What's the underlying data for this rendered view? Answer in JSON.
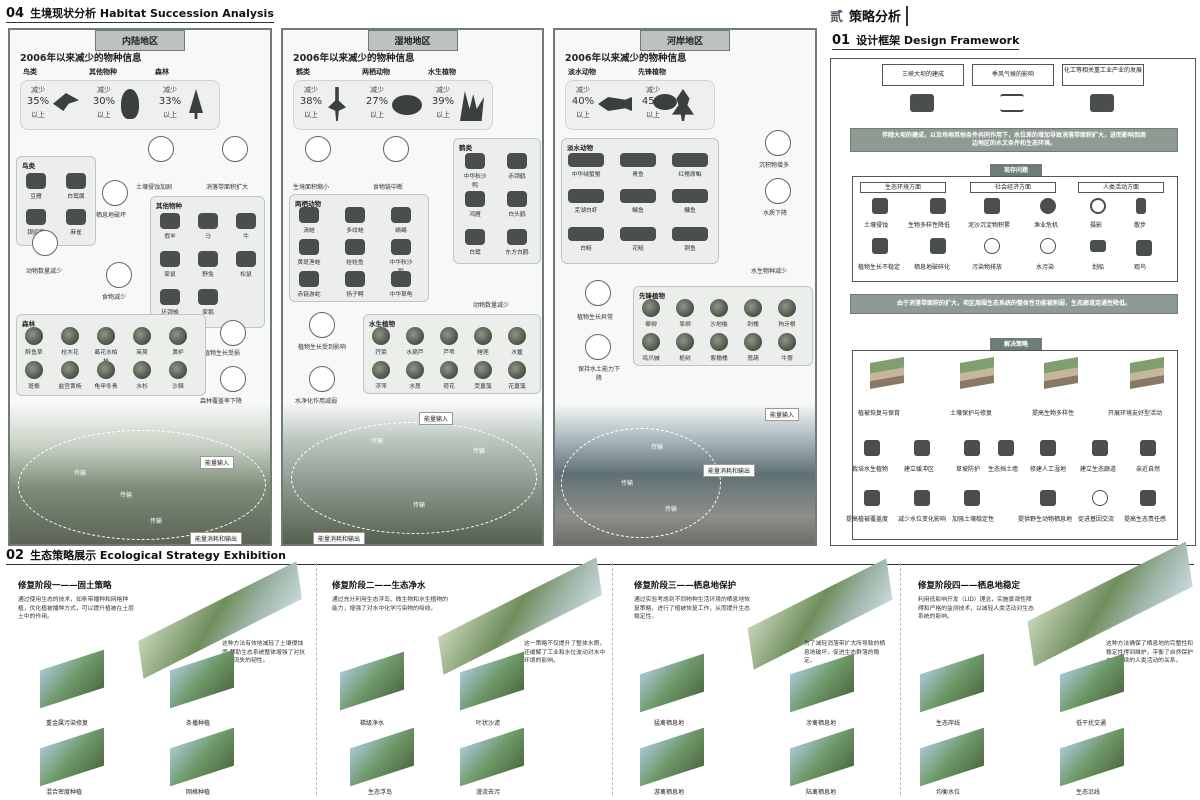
{
  "section04": {
    "num": "04",
    "title": "生境现状分析 Habitat Succession Analysis"
  },
  "section_strategy": {
    "num": "贰",
    "title": "策略分析"
  },
  "section01": {
    "num": "01",
    "title": "设计框架 Design Framework"
  },
  "section02": {
    "num": "02",
    "title": "生态策略展示 Ecological Strategy Exhibition"
  },
  "panels": [
    {
      "title": "内陆地区",
      "heading": "2006年以来减少的物种信息",
      "stats": [
        {
          "key": "鸟类",
          "line1": "减少",
          "value": "35%",
          "line3": "以上"
        },
        {
          "key": "其他物种",
          "line1": "减少",
          "value": "30%",
          "line3": "以上"
        },
        {
          "key": "森林",
          "line1": "减少",
          "value": "33%",
          "line3": "以上"
        }
      ],
      "groups": [
        {
          "title": "鸟类",
          "items": [
            "豆雁",
            "白鹭属",
            "银鸥鹳",
            "麻雀"
          ]
        },
        {
          "title": "其他物种",
          "items": [
            "假羊",
            "马",
            "牛",
            "家鼠",
            "野兔",
            "松鼠",
            "环颈雉",
            "家鹅"
          ]
        },
        {
          "title": "森林",
          "items": [
            "醉鱼草",
            "栓木花",
            "葛花水柏枝",
            "茱萸",
            "黄栌",
            "斑椴",
            "盐宫黄杨",
            "龟甲冬青",
            "水杉",
            "沙棘"
          ]
        }
      ],
      "circles": [
        "土壤侵蚀加剧",
        "消落带面积扩大",
        "栖息地破坏",
        "动物数量减少",
        "食物减少",
        "植物生长受损",
        "森林覆盖率下降"
      ],
      "scene": {
        "in": "能量输入",
        "out": "能量消耗和输出",
        "flow1": "传输",
        "flow2": "传输",
        "flow3": "传输"
      }
    },
    {
      "title": "湿地地区",
      "heading": "2006年以来减少的物种信息",
      "stats": [
        {
          "key": "鹤类",
          "line1": "减少",
          "value": "38%",
          "line3": "以上"
        },
        {
          "key": "两栖动物",
          "line1": "减少",
          "value": "27%",
          "line3": "以上"
        },
        {
          "key": "水生植物",
          "line1": "减少",
          "value": "39%",
          "line3": "以上"
        }
      ],
      "groups": [
        {
          "title": "鹤类",
          "items": [
            "中华秋沙鸭",
            "赤颈鹤",
            "鸿雁",
            "白头鹤",
            "白鹭",
            "东方白鹳"
          ]
        },
        {
          "title": "两栖动物",
          "items": [
            "淌蛙",
            "多纹蛙",
            "蜥蜴",
            "黄斑渔蛙",
            "娃娃鱼",
            "中华秋沙鸭",
            "赤链游蛇",
            "扬子鳄",
            "中华草龟"
          ]
        },
        {
          "title": "水生植物",
          "items": [
            "荇菜",
            "水葫芦",
            "芦苇",
            "睡莲",
            "水鳖",
            "浮萍",
            "水葱",
            "荷花",
            "茭蔓藻",
            "花蔓藻"
          ]
        }
      ],
      "circles": [
        "生境面积缩小",
        "食物链中断",
        "植物生长受到影响",
        "水净化作用减弱",
        "动物数量减少"
      ],
      "scene": {
        "in": "能量输入",
        "out": "能量消耗和输出",
        "flow1": "传输",
        "flow2": "传输",
        "flow3": "传输"
      }
    },
    {
      "title": "河岸地区",
      "heading": "2006年以来减少的物种信息",
      "stats": [
        {
          "key": "淡水动物",
          "line1": "减少",
          "value": "40%",
          "line3": "以上"
        },
        {
          "key": "先锋植物",
          "line1": "减少",
          "value": "45%",
          "line3": "以上"
        }
      ],
      "groups": [
        {
          "title": "淡水动物",
          "items": [
            "中华绒螯蟹",
            "青鱼",
            "红鳍原鲌",
            "芜湖白虾",
            "鳊鱼",
            "鳙鱼",
            "白鲢",
            "花鲢",
            "铜鱼"
          ]
        },
        {
          "title": "先锋植物",
          "items": [
            "藜柳",
            "旱柳",
            "沙地榆",
            "刺槐",
            "狗牙根",
            "鸡爪槭",
            "栀树",
            "紫穗槐",
            "葱葫",
            "牛蒡"
          ]
        }
      ],
      "circles": [
        "沉积物增多",
        "水质下降",
        "水生物种减少",
        "植物生长异常",
        "保持水土能力下降"
      ],
      "scene": {
        "in": "能量输入",
        "out": "能量消耗和输出",
        "flow1": "传输",
        "flow2": "传输",
        "flow3": "传输"
      }
    }
  ],
  "framework": {
    "top": [
      "三峡大坝的建成",
      "季风气候的影响",
      "化工等相关重工业产业的发展"
    ],
    "banner1": "伴随大坝的建成，以及场地其他条件共同作用下，水位差的增加导致消落带面积扩大，进而影响到周边地区的水文条件和生态环境。",
    "problem": "现存问题",
    "cats": [
      "生态环境方面",
      "社会经济方面",
      "人类活动方面"
    ],
    "row1": [
      "土壤侵蚀",
      "生物多样性降低",
      "泥沙沉淀物积累",
      "渔业危机",
      "摄影",
      "散步"
    ],
    "row2": [
      "植物生长不稳定",
      "栖息地破碎化",
      "污染物排放",
      "水污染",
      "划船",
      "观鸟"
    ],
    "banner2": "由于消落带面积的扩大，坝区周围生态系统的整体性功能被削弱，生态廊道连通性降低。",
    "solution": "解决策略",
    "strategies": [
      "植被恢复与保育",
      "土壤保护与修复",
      "提高生物多样性",
      "开展环境友好型活动"
    ],
    "subs": [
      "栽培水生植物",
      "建立缓冲区",
      "草坡防护",
      "生态挡土墙",
      "修建人工湿地",
      "建立生态廊道",
      "亲近自然"
    ],
    "subs2": [
      "提高植被覆盖度",
      "减少水位变化影响",
      "加强土壤稳定性",
      "提供野生动物栖息地",
      "促进基因交流",
      "提高生态责任感"
    ]
  },
  "stages": [
    {
      "title": "修复阶段一——固土策略",
      "desc": "通过使用生态的技术，如条带播种和网格种植，优化植被播种方式，可以提升植被在土层土中的作用。",
      "note": "这种方法有效地减轻了土壤侵蚀度,帮助生态系统整体增强了对抗水土流失的韧性。",
      "minis": [
        "重金属污染修复",
        "条播种植",
        "混合密度种植",
        "网格种植"
      ]
    },
    {
      "title": "修复阶段二——生态净水",
      "desc": "通过充分利用生态浮岛、微生物和水生植物的能力，增强了对水中化学污染物的吸收。",
      "note": "这一策略不仅提升了整体水质，还缓解了工业和水位波动对水中环境的影响。",
      "minis": [
        "梯级净水",
        "叶状沙滤",
        "生态浮岛",
        "漫流去污"
      ]
    },
    {
      "title": "修复阶段三——栖息地保护",
      "desc": "通过实验考虑到不同物种生活环境的栖息地恢复策略，进行了植被恢复工作，从而提升生态稳定性。",
      "note": "为了减轻消落带扩大所导致的栖息地破坏，促进生态群落的稳定。",
      "minis": [
        "猛禽栖息地",
        "涉禽栖息地",
        "游禽栖息地",
        "陆禽栖息地"
      ]
    },
    {
      "title": "修复阶段四——栖息地稳定",
      "desc": "利用低影响开发（LID）理念，实施景观性障碍和严格的监测技术，以减轻人类活动对生态系统的影响。",
      "note": "这种方法确保了栖息地的完整性和稳定性得到维护，平衡了自然保护与可持续的人类活动的关系。",
      "minis": [
        "生态岸线",
        "低干扰交通",
        "均衡水位",
        "生态沿线"
      ]
    }
  ]
}
